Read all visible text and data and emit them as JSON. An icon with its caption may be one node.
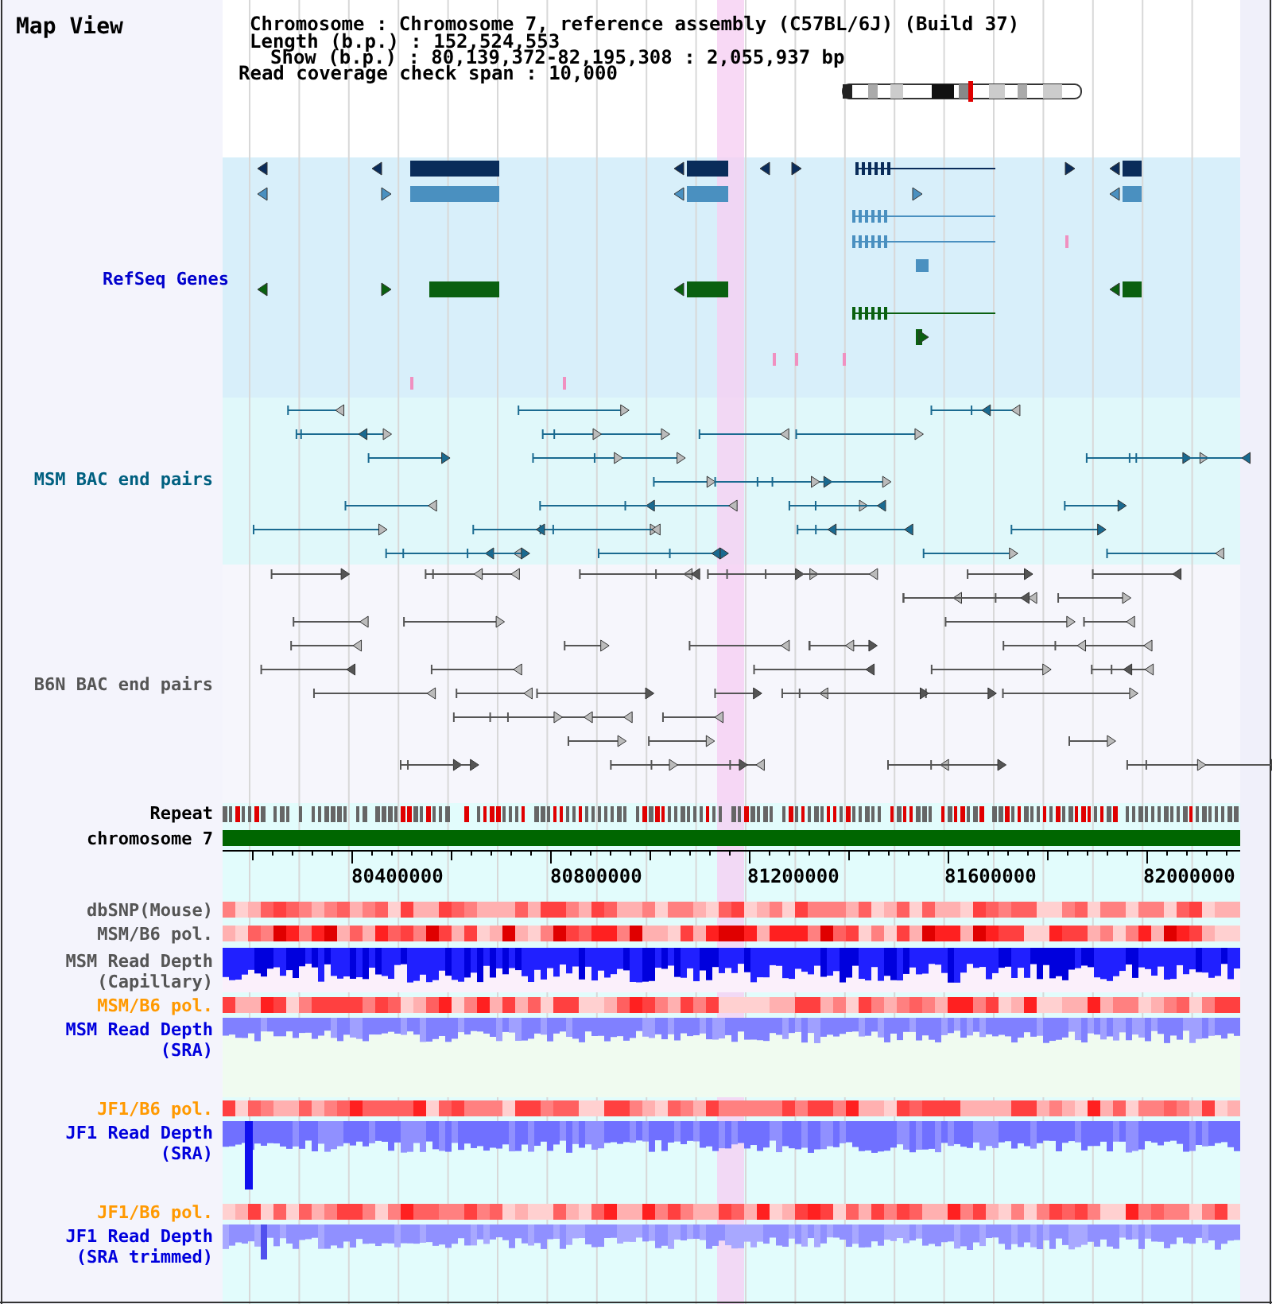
{
  "diagram": {
    "title": "Map View",
    "labels": [
      "Chromosome : Chromosome 7, reference assembly (C57BL/6J) (Build 37)",
      "Length (b.p.) : 152,524,553",
      "Show (b.p.) : 80,139,372-82,195,308 : 2,055,937 bp",
      "Read coverage check span : 10,000",
      "RefSeq Genes",
      "MSM BAC end pairs",
      "B6N BAC end pairs",
      "Repeat",
      "chromosome 7",
      "80400000",
      "80800000",
      "81200000",
      "81600000",
      "82000000",
      "dbSNP(Mouse)",
      "MSM/B6 pol.",
      "MSM Read Depth (Capillary)",
      "MSM/B6 pol.",
      "MSM Read Depth (SRA)",
      "JF1/B6 pol.",
      "JF1 Read Depth (SRA)",
      "JF1/B6 pol.",
      "JF1 Read Depth (SRA trimmed)"
    ]
  }
}
